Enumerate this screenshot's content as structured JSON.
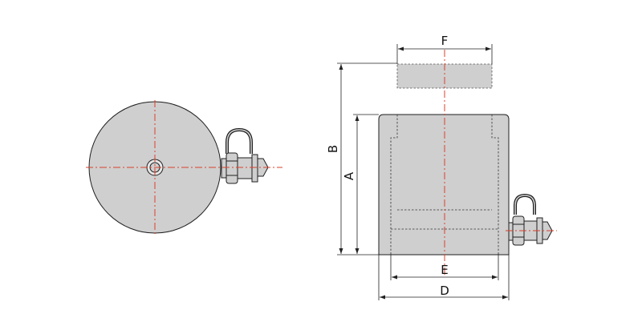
{
  "colors": {
    "body_fill": "#cfcfcf",
    "plunger_fill": "#cfcfcf",
    "outline": "#1f1f1f",
    "centerline": "#d9412c",
    "dimension": "#222222"
  },
  "dimensions": {
    "A": "A",
    "B": "B",
    "D": "D",
    "E": "E",
    "F": "F"
  }
}
